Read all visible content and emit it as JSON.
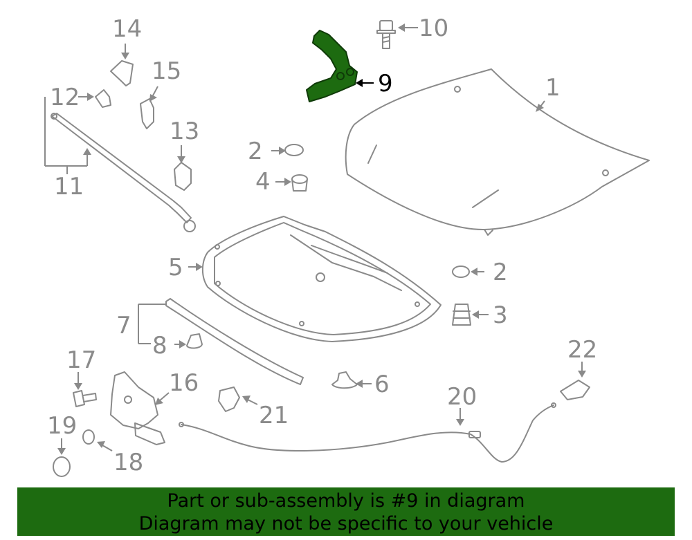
{
  "diagram": {
    "callouts": [
      "1",
      "2",
      "2",
      "3",
      "4",
      "5",
      "6",
      "7",
      "8",
      "9",
      "10",
      "11",
      "12",
      "13",
      "14",
      "15",
      "16",
      "17",
      "18",
      "19",
      "20",
      "21",
      "22"
    ],
    "highlighted_part": "9",
    "highlight_color": "#1d6b10"
  },
  "banner": {
    "line1": "Part or sub-assembly is #9 in diagram",
    "line2": "Diagram may not be specific to your vehicle",
    "background": "#1d6b10"
  }
}
